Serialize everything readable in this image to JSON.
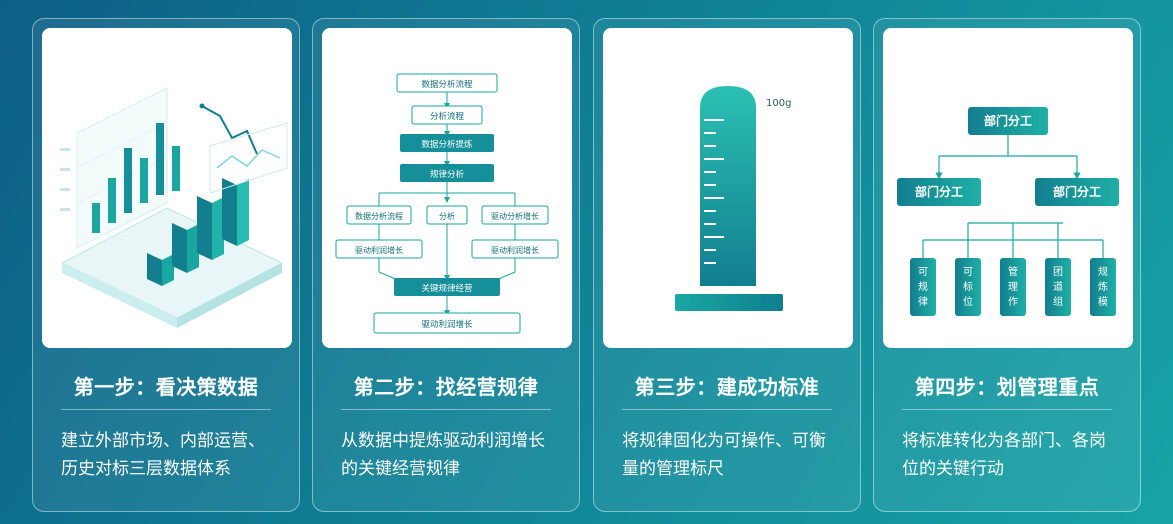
{
  "steps": [
    {
      "title": "第一步：看决策数据",
      "desc": "建立外部市场、内部运营、历史对标三层数据体系",
      "illustration": "isometric-bar-chart"
    },
    {
      "title": "第二步：找经营规律",
      "desc": "从数据中提炼驱动利润增长的关键经营规律",
      "illustration": "flowchart",
      "flow": {
        "n1": "数据分析流程",
        "n2": "分析流程",
        "n3": "数据分析提炼",
        "n4": "规律分析",
        "n5a": "数据分析流程",
        "n5b": "分析",
        "n5c": "驱动分析增长",
        "n6a": "驱动利润增长",
        "n6b": "驱动利润增长",
        "n7": "关键规律经营",
        "n8": "驱动利润增长"
      }
    },
    {
      "title": "第三步：建成功标准",
      "desc": "将规律固化为可操作、可衡量的管理标尺",
      "illustration": "measuring-cylinder",
      "cylinder_label": "100g"
    },
    {
      "title": "第四步：划管理重点",
      "desc": "将标准转化为各部门、各岗位的关键行动",
      "illustration": "org-chart",
      "org": {
        "top": "部门分工",
        "mid_left": "部门分工",
        "mid_right": "部门分工",
        "leaves": [
          "可规律",
          "可标位",
          "管理作",
          "团道组",
          "规炼模"
        ]
      }
    }
  ],
  "colors": {
    "teal_dark": "#0f7f8e",
    "teal_mid": "#1aa7a2",
    "teal_light": "#7fd6cf"
  }
}
